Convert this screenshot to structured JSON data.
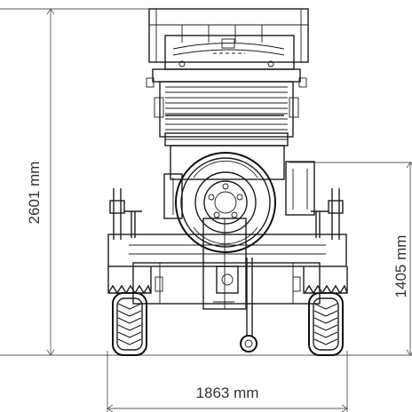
{
  "dimensions": {
    "total_height": "2601 mm",
    "wheel_track": "1863 mm",
    "platform_height": "1405 mm"
  },
  "colors": {
    "line": "#1c1c1c",
    "dimension_line": "#5a5a5a",
    "text": "#333333",
    "background": "#ffffff"
  }
}
